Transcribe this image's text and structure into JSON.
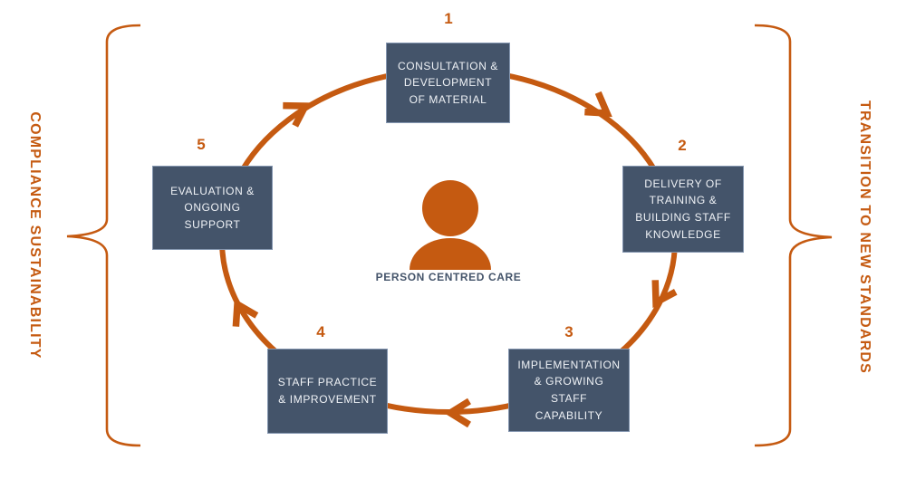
{
  "diagram": {
    "title": "PERSON CENTRED CARE",
    "left_label": "COMPLIANCE SUSTAINABILITY",
    "right_label": "TRANSITION TO NEW STANDARDS",
    "center_icon": "person-icon",
    "cycle_direction": "clockwise",
    "steps": [
      {
        "number": "1",
        "label": "CONSULTATION & DEVELOPMENT OF MATERIAL"
      },
      {
        "number": "2",
        "label": "DELIVERY OF TRAINING & BUILDING STAFF KNOWLEDGE"
      },
      {
        "number": "3",
        "label": "IMPLEMENTATION & GROWING STAFF CAPABILITY"
      },
      {
        "number": "4",
        "label": "STAFF PRACTICE & IMPROVEMENT"
      },
      {
        "number": "5",
        "label": "EVALUATION & ONGOING SUPPORT"
      }
    ],
    "colors": {
      "accent_orange": "#C55A11",
      "box_fill": "#44546A",
      "box_border": "#8496B0",
      "box_text": "#EFF2F6",
      "center_text": "#44546A"
    }
  }
}
